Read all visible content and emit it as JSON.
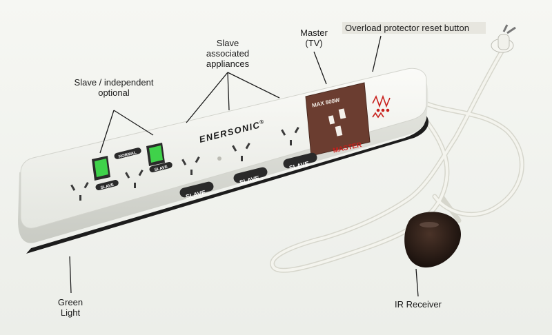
{
  "callouts": {
    "slave_independent": "Slave / independent\noptional",
    "slave_associated": "Slave\nassociated\nappliances",
    "master": "Master\n(TV)",
    "overload": "Overload protector reset button",
    "green_light": "Green\nLight",
    "ir_receiver": "IR Receiver"
  },
  "device": {
    "brand": "ENERSONIC",
    "brand_mark": "®",
    "switch_top_label": "NORMAL",
    "switch_label": "SLAVE",
    "socket_label": "SLAVE",
    "master_rating": "MAX 500W",
    "master_label": "MASTER"
  },
  "colors": {
    "strip_body": "#f0f1ec",
    "strip_base": "#1c1c1c",
    "green_light": "#3fd24a",
    "master_panel": "#6b3d30",
    "master_text": "#c8201c",
    "cable": "#ecece4",
    "ir_receiver": "#2b1d18"
  }
}
